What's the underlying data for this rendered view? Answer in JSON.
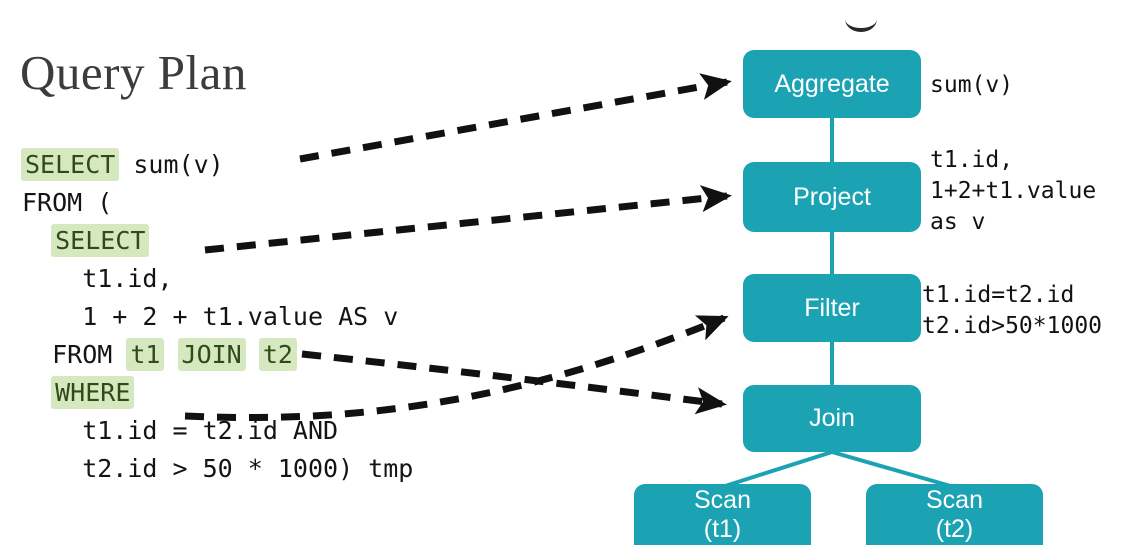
{
  "title": "Query Plan",
  "sql": {
    "lines": [
      [
        {
          "t": "SELECT",
          "hl": true
        },
        {
          "t": " sum(v)",
          "hl": false
        }
      ],
      [
        {
          "t": "FROM (",
          "hl": false
        }
      ],
      [
        {
          "t": "  ",
          "hl": false
        },
        {
          "t": "SELECT",
          "hl": true
        }
      ],
      [
        {
          "t": "    t1.id,",
          "hl": false
        }
      ],
      [
        {
          "t": "    1 + 2 + t1.value AS v",
          "hl": false
        }
      ],
      [
        {
          "t": "  FROM ",
          "hl": false
        },
        {
          "t": "t1",
          "hl": true
        },
        {
          "t": " ",
          "hl": false
        },
        {
          "t": "JOIN",
          "hl": true
        },
        {
          "t": " ",
          "hl": false
        },
        {
          "t": "t2",
          "hl": true
        }
      ],
      [
        {
          "t": "  ",
          "hl": false
        },
        {
          "t": "WHERE",
          "hl": true
        }
      ],
      [
        {
          "t": "    t1.id = t2.id AND",
          "hl": false
        }
      ],
      [
        {
          "t": "    t2.id > 50 * 1000) tmp",
          "hl": false
        }
      ]
    ]
  },
  "plan": {
    "nodes": [
      {
        "id": "aggregate",
        "label": "Aggregate",
        "sublabel": ""
      },
      {
        "id": "project",
        "label": "Project",
        "sublabel": ""
      },
      {
        "id": "filter",
        "label": "Filter",
        "sublabel": ""
      },
      {
        "id": "join",
        "label": "Join",
        "sublabel": ""
      },
      {
        "id": "scan-t1",
        "label": "Scan",
        "sublabel": "(t1)"
      },
      {
        "id": "scan-t2",
        "label": "Scan",
        "sublabel": "(t2)"
      }
    ],
    "annotations": [
      {
        "for": "aggregate",
        "lines": [
          "sum(v)"
        ]
      },
      {
        "for": "project",
        "lines": [
          "t1.id,",
          "1+2+t1.value",
          "as v"
        ]
      },
      {
        "for": "filter",
        "lines": [
          "t1.id=t2.id",
          "t2.id>50*1000"
        ]
      }
    ]
  },
  "colors": {
    "node_fill": "#1ba3b4",
    "edge": "#1ba3b4",
    "highlight": "#d6e8c0",
    "highlight_text": "#2f4b16",
    "title_text": "#3c3c3c",
    "code_text": "#141414",
    "arrow": "#111111"
  }
}
